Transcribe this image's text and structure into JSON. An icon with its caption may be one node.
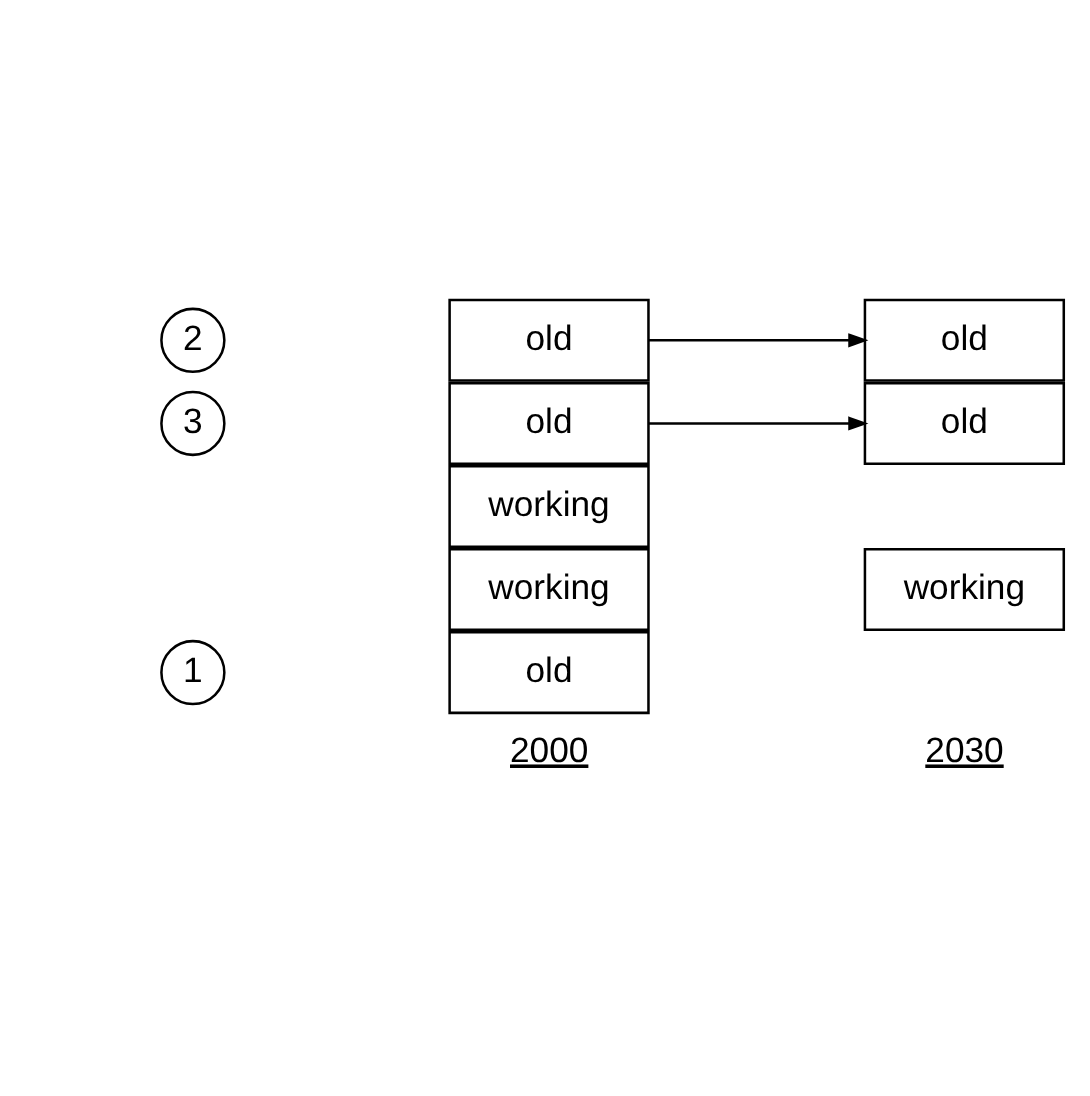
{
  "diagram": {
    "nodes": [
      {
        "text": [
          "1"
        ]
      },
      {
        "text": [
          "old"
        ]
      },
      {
        "text": [
          "2"
        ]
      },
      {
        "text": [
          "old"
        ]
      },
      {
        "text": [
          "working"
        ]
      },
      {
        "text": [
          "old"
        ]
      },
      {
        "text": [
          "3"
        ]
      },
      {
        "text": [
          "old"
        ]
      },
      {
        "text": [
          "working"
        ]
      },
      {
        "text": [
          "old"
        ]
      },
      {
        "text": [
          "working"
        ]
      }
    ],
    "edges": [
      {
        "from": 3,
        "to": 5,
        "arrow": "to"
      },
      {
        "from": 7,
        "to": 9,
        "arrow": "to"
      }
    ],
    "labels": [
      "2000",
      "2030"
    ]
  }
}
